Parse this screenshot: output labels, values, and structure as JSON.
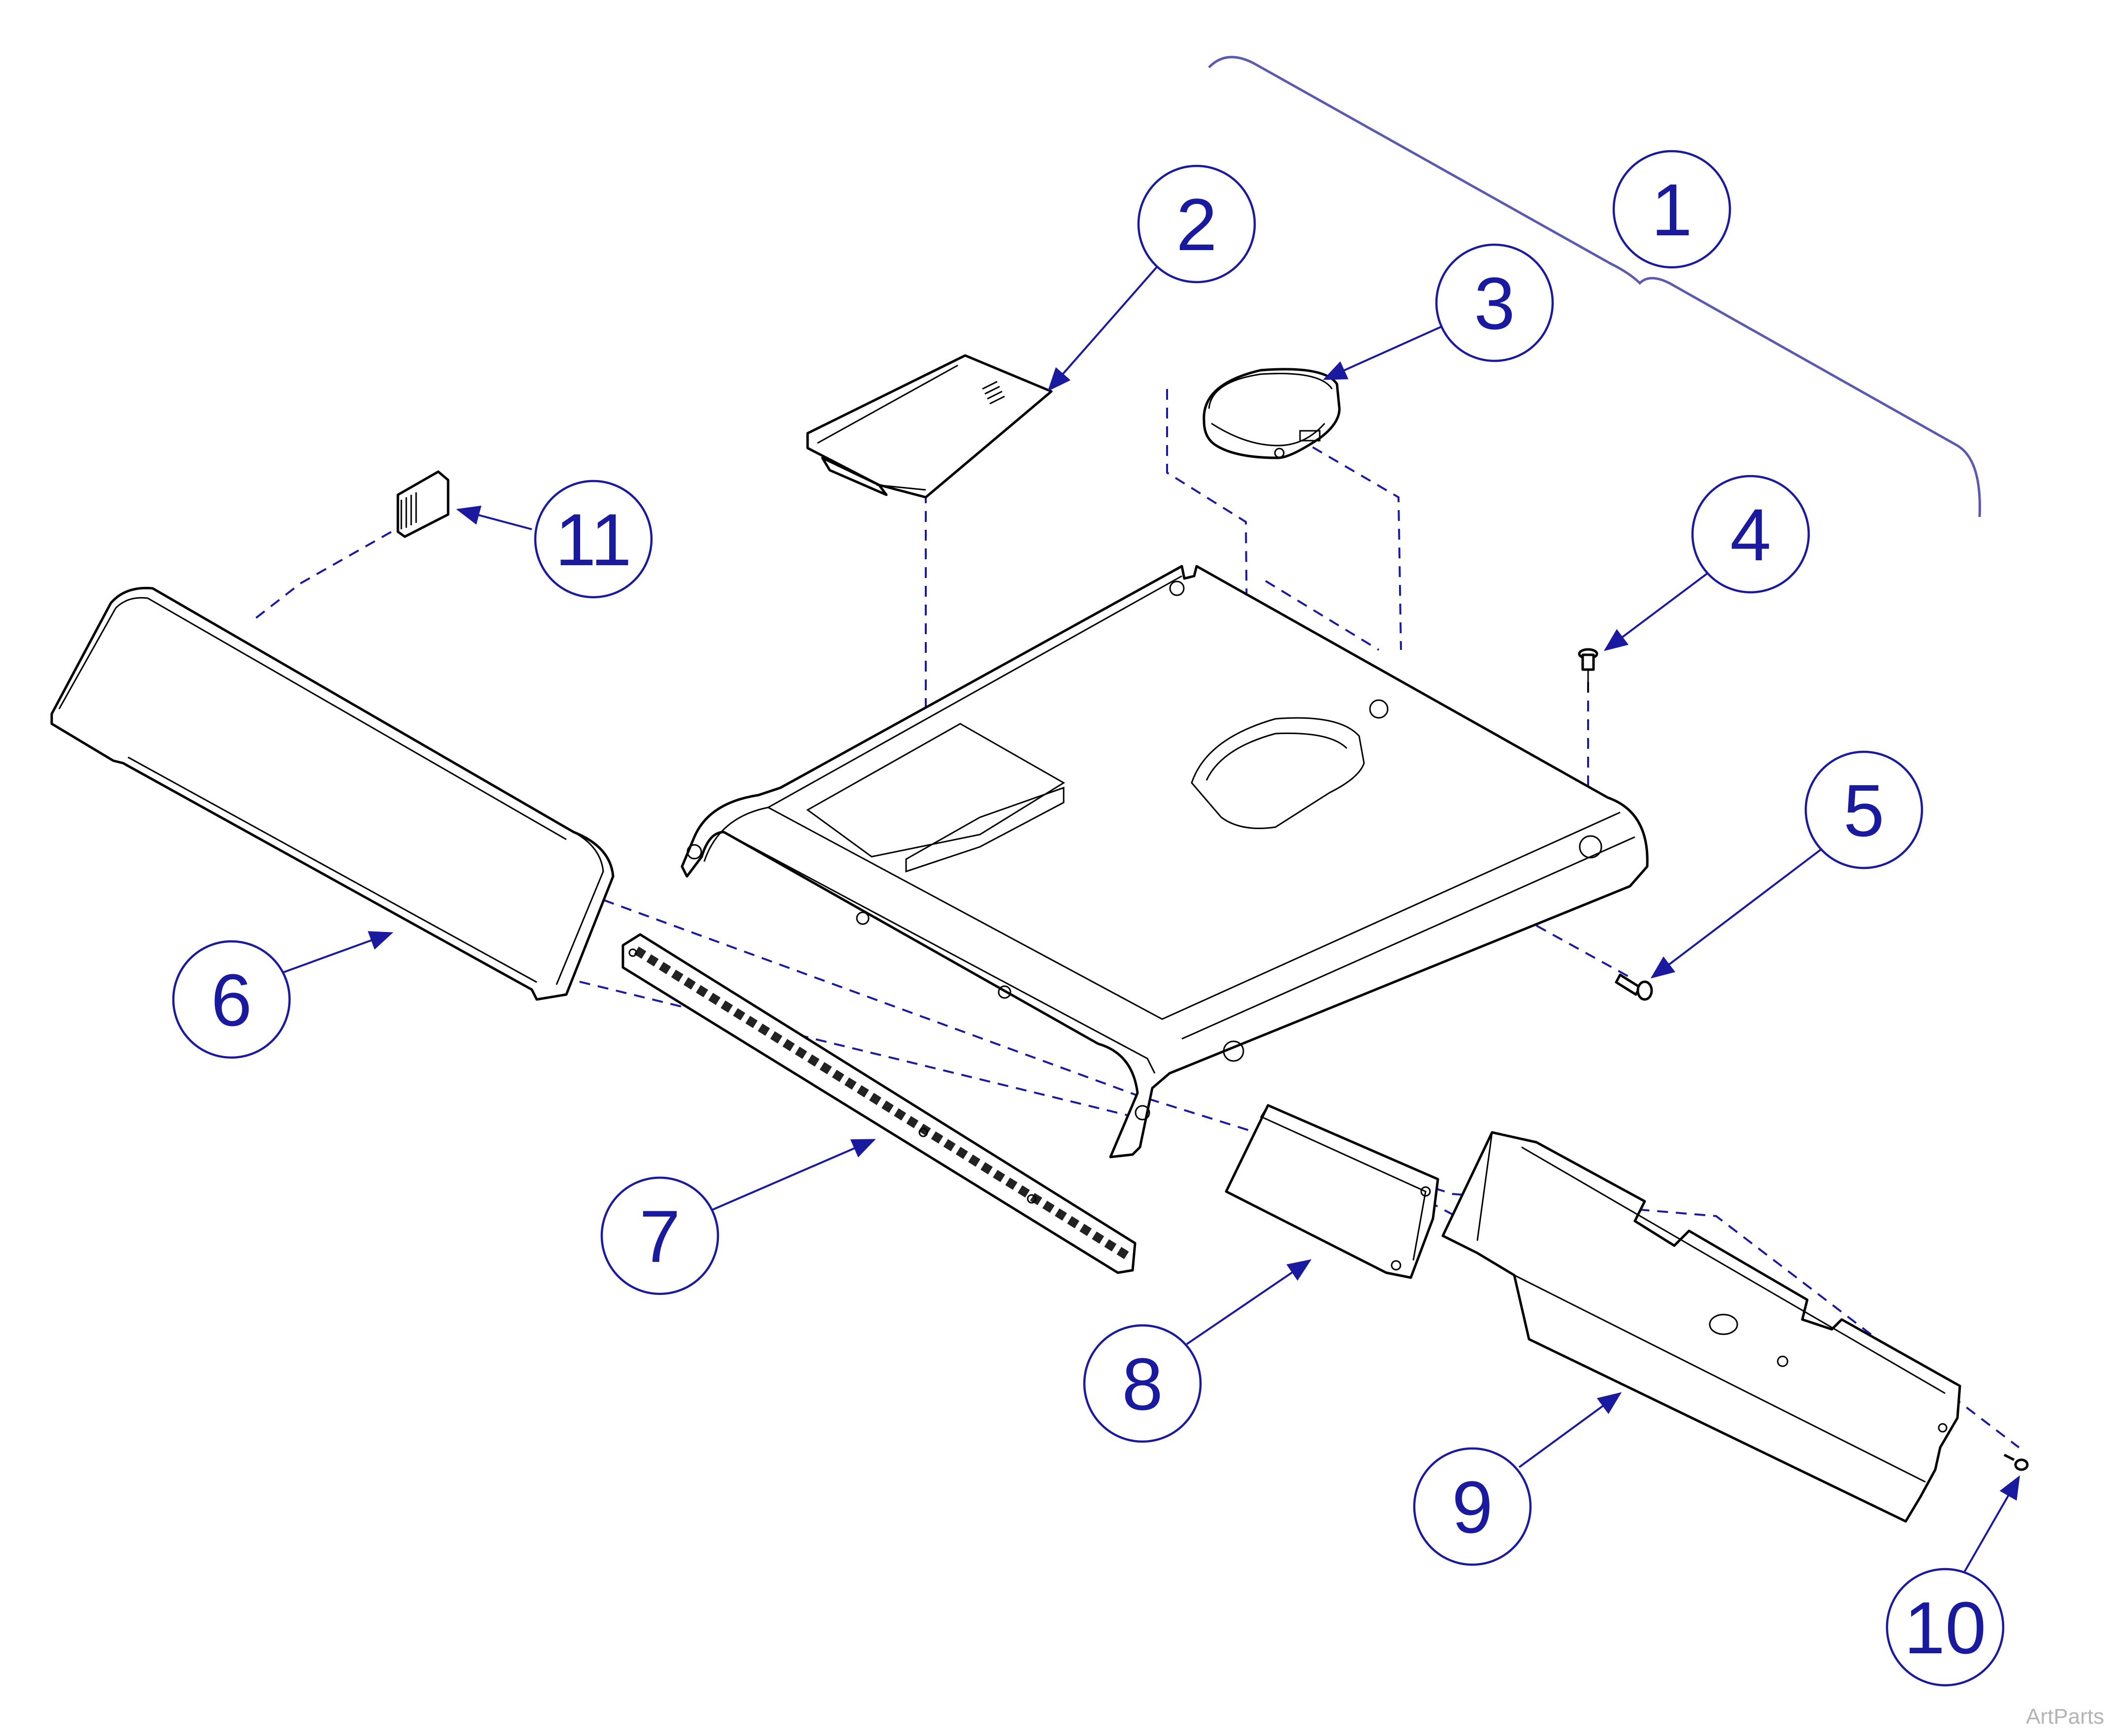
{
  "callouts": [
    {
      "id": "1",
      "label": "1"
    },
    {
      "id": "2",
      "label": "2"
    },
    {
      "id": "3",
      "label": "3"
    },
    {
      "id": "4",
      "label": "4"
    },
    {
      "id": "5",
      "label": "5"
    },
    {
      "id": "6",
      "label": "6"
    },
    {
      "id": "7",
      "label": "7"
    },
    {
      "id": "8",
      "label": "8"
    },
    {
      "id": "9",
      "label": "9"
    },
    {
      "id": "10",
      "label": "10"
    },
    {
      "id": "11",
      "label": "11"
    }
  ],
  "watermark": "ArtParts",
  "colors": {
    "callout": "#1a1aa0",
    "brace": "#5a5ab0",
    "line_art": "#000000",
    "watermark": "#b4b4b4"
  }
}
